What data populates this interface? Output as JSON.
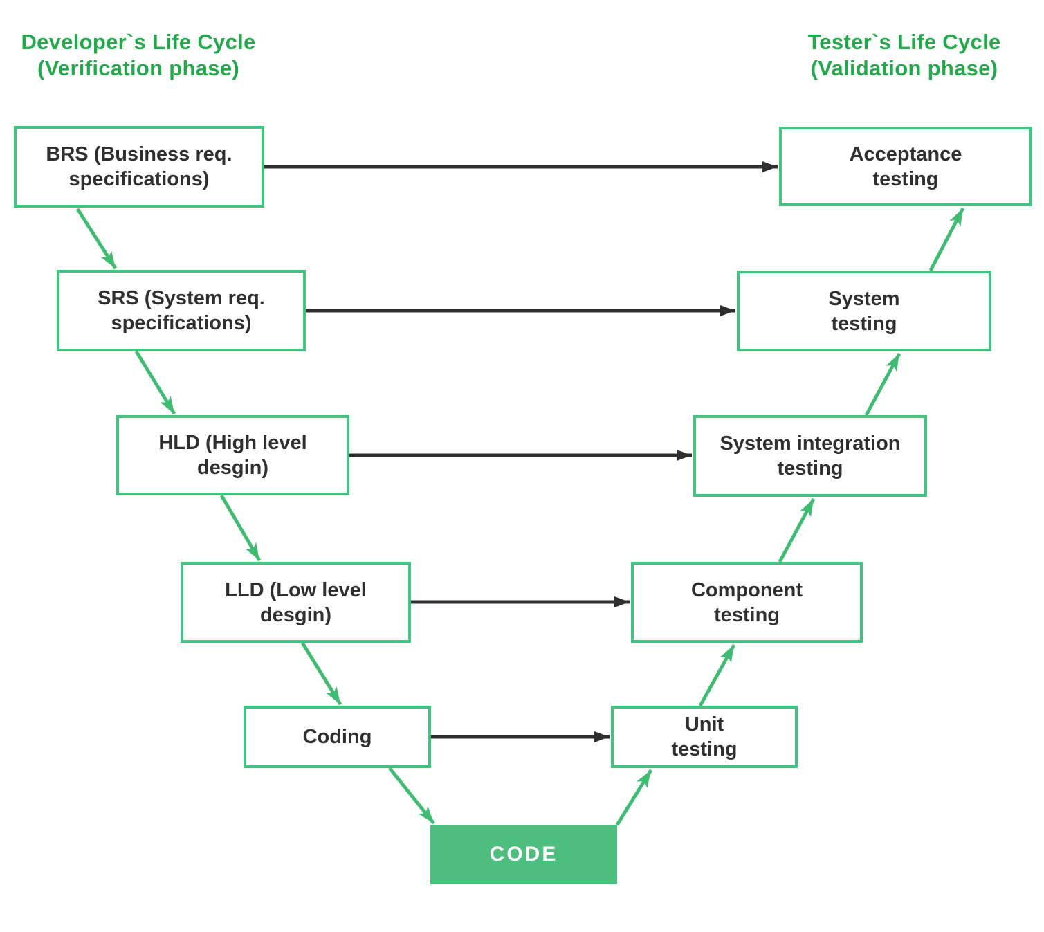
{
  "titles": {
    "developer": {
      "line1": "Developer`s Life Cycle",
      "line2": "(Verification phase)"
    },
    "tester": {
      "line1": "Tester`s Life Cycle",
      "line2": "(Validation phase)"
    }
  },
  "nodes": {
    "left": [
      {
        "id": "brs",
        "lines": [
          "BRS (Business req.",
          "specifications)"
        ]
      },
      {
        "id": "srs",
        "lines": [
          "SRS (System req.",
          "specifications)"
        ]
      },
      {
        "id": "hld",
        "lines": [
          "HLD (High level",
          "desgin)"
        ]
      },
      {
        "id": "lld",
        "lines": [
          "LLD (Low level",
          "desgin)"
        ]
      },
      {
        "id": "coding",
        "lines": [
          "Coding"
        ]
      }
    ],
    "right": [
      {
        "id": "acceptance",
        "lines": [
          "Acceptance",
          "testing"
        ]
      },
      {
        "id": "system",
        "lines": [
          "System",
          "testing"
        ]
      },
      {
        "id": "sit",
        "lines": [
          "System integration",
          "testing"
        ]
      },
      {
        "id": "component",
        "lines": [
          "Component",
          "testing"
        ]
      },
      {
        "id": "unit",
        "lines": [
          "Unit",
          "testing"
        ]
      }
    ],
    "center": {
      "id": "code",
      "label": "CODE"
    }
  },
  "edges": {
    "horizontal_black": [
      {
        "from": "brs",
        "to": "acceptance"
      },
      {
        "from": "srs",
        "to": "system"
      },
      {
        "from": "hld",
        "to": "sit"
      },
      {
        "from": "lld",
        "to": "component"
      },
      {
        "from": "coding",
        "to": "unit"
      }
    ],
    "left_flow_green": [
      {
        "from": "brs",
        "to": "srs"
      },
      {
        "from": "srs",
        "to": "hld"
      },
      {
        "from": "hld",
        "to": "lld"
      },
      {
        "from": "lld",
        "to": "coding"
      },
      {
        "from": "coding",
        "to": "code"
      }
    ],
    "right_flow_green": [
      {
        "from": "code",
        "to": "unit"
      },
      {
        "from": "unit",
        "to": "component"
      },
      {
        "from": "component",
        "to": "sit"
      },
      {
        "from": "sit",
        "to": "system"
      },
      {
        "from": "system",
        "to": "acceptance"
      }
    ]
  },
  "colors": {
    "title_green": "#23a94c",
    "box_border_green": "#43c380",
    "arrow_green": "#3fbc72",
    "arrow_black": "#2f2f2f",
    "code_fill_green": "#4dbe7e",
    "box_text": "#2f2f2f",
    "code_text": "#ffffff"
  }
}
